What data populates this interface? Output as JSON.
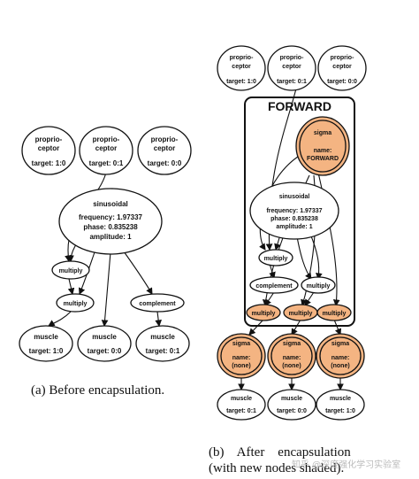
{
  "left": {
    "p1": {
      "name": "proprio-",
      "name2": "ceptor",
      "target": "target: 1:0"
    },
    "p2": {
      "name": "proprio-",
      "name2": "ceptor",
      "target": "target: 0:1"
    },
    "p3": {
      "name": "proprio-",
      "name2": "ceptor",
      "target": "target: 0:0"
    },
    "sin": {
      "name": "sinusoidal",
      "freq": "frequency: 1.97337",
      "phase": "phase: 0.835238",
      "amp": "amplitude: 1"
    },
    "mult1": "multiply",
    "mult2": "multiply",
    "complement": "complement",
    "m1": {
      "name": "muscle",
      "target": "target: 1:0"
    },
    "m2": {
      "name": "muscle",
      "target": "target: 0:0"
    },
    "m3": {
      "name": "muscle",
      "target": "target: 0:1"
    },
    "caption": "(a) Before encapsulation."
  },
  "right": {
    "p1": {
      "name": "proprio-",
      "name2": "ceptor",
      "target": "target: 1:0"
    },
    "p2": {
      "name": "proprio-",
      "name2": "ceptor",
      "target": "target: 0:1"
    },
    "p3": {
      "name": "proprio-",
      "name2": "ceptor",
      "target": "target: 0:0"
    },
    "forward_title": "FORWARD",
    "sigma": {
      "name": "sigma",
      "label": "name:",
      "value": "FORWARD"
    },
    "sin": {
      "name": "sinusoidal",
      "freq": "frequency: 1.97337",
      "phase": "phase: 0.835238",
      "amp": "amplitude: 1"
    },
    "mult_top": "multiply",
    "complement": "complement",
    "mult_mid": "multiply",
    "mult_b1": "multiply",
    "mult_b2": "multiply",
    "mult_b3": "multiply",
    "s1": {
      "name": "sigma",
      "label": "name:",
      "value": "(none)"
    },
    "s2": {
      "name": "sigma",
      "label": "name:",
      "value": "(none)"
    },
    "s3": {
      "name": "sigma",
      "label": "name:",
      "value": "(none)"
    },
    "m1": {
      "name": "muscle",
      "target": "target: 0:1"
    },
    "m2": {
      "name": "muscle",
      "target": "target: 0:0"
    },
    "m3": {
      "name": "muscle",
      "target": "target: 1:0"
    },
    "caption_line1": "(b)    After    encapsulation",
    "caption_line2": "(with new nodes shaded)."
  },
  "watermark": "知乎 @深度强化学习实验室",
  "colors": {
    "shaded": "#f4b482",
    "stroke": "#111111"
  }
}
